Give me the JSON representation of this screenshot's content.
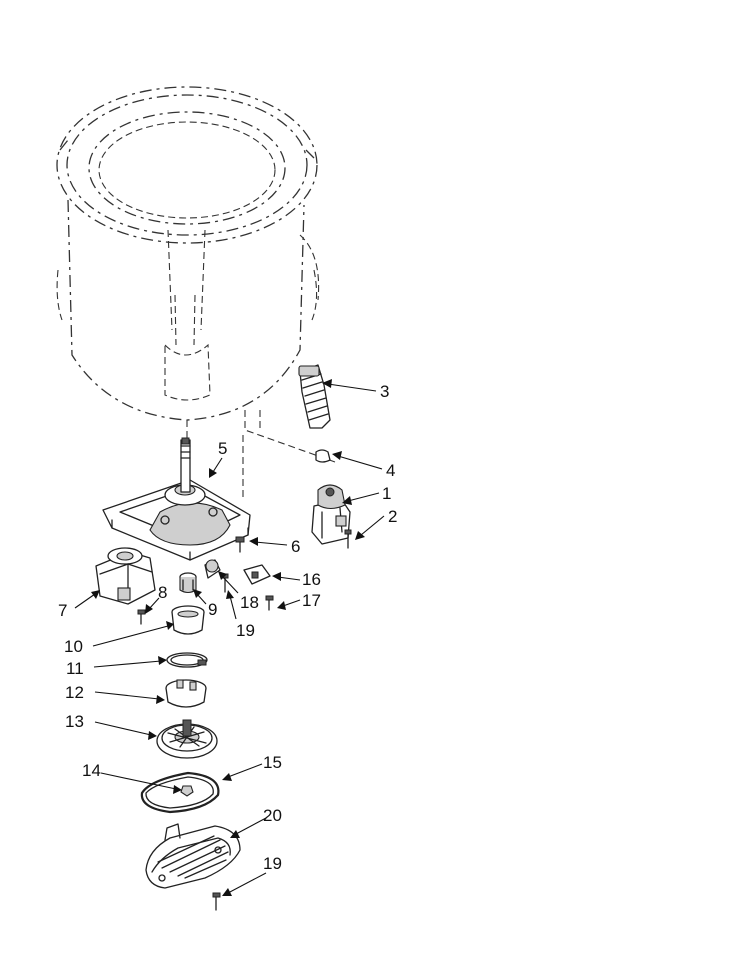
{
  "diagram": {
    "callouts": [
      {
        "num": "1"
      },
      {
        "num": "2"
      },
      {
        "num": "3"
      },
      {
        "num": "4"
      },
      {
        "num": "5"
      },
      {
        "num": "6"
      },
      {
        "num": "7"
      },
      {
        "num": "8"
      },
      {
        "num": "9"
      },
      {
        "num": "10"
      },
      {
        "num": "11"
      },
      {
        "num": "12"
      },
      {
        "num": "13"
      },
      {
        "num": "14"
      },
      {
        "num": "15"
      },
      {
        "num": "16"
      },
      {
        "num": "17"
      },
      {
        "num": "18"
      },
      {
        "num": "19"
      },
      {
        "num": "20"
      },
      {
        "num": "19"
      }
    ],
    "line_color": "#222222",
    "background": "#ffffff"
  }
}
